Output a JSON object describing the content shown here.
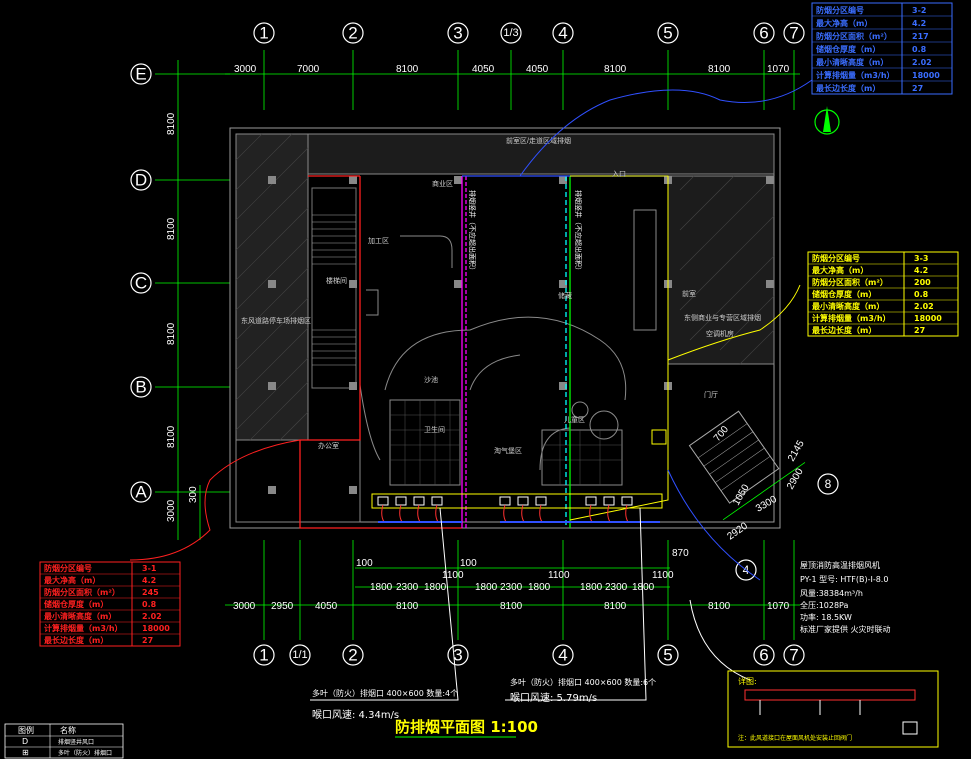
{
  "drawing_title": "防排烟平面图  1:100",
  "axes_top": [
    "1",
    "2",
    "3",
    "1/3",
    "4",
    "5",
    "6",
    "7"
  ],
  "axes_bottom": [
    "1",
    "1/1",
    "2",
    "3",
    "4",
    "5",
    "6",
    "7"
  ],
  "axes_left": [
    "E",
    "D",
    "C",
    "B",
    "A"
  ],
  "dims_top": [
    "3000",
    "7000",
    "8100",
    "4050",
    "4050",
    "8100",
    "8100",
    "1070"
  ],
  "dims_bottom_main": [
    "3000",
    "2950",
    "4050",
    "8100",
    "8100",
    "8100",
    "8100",
    "1070"
  ],
  "dims_bottom_sub": [
    "1800",
    "2300",
    "1800",
    "1800",
    "2300",
    "1800",
    "1800",
    "2300",
    "1800"
  ],
  "dims_bottom_small": [
    "100",
    "1100",
    "1100",
    "1100",
    "100",
    "870"
  ],
  "dims_left": [
    "8100",
    "8100",
    "8100",
    "8100",
    "3000",
    "300"
  ],
  "dims_stair": [
    "2145",
    "2900",
    "3300",
    "1050",
    "2920",
    "700"
  ],
  "axes_stair": [
    "8",
    "4"
  ],
  "rooms": {
    "top_corridor": "前室区/走道区域排烟",
    "west_block": "东风道路停车场排烟区",
    "center_label_1": "商业区",
    "center_label_2": "加工区",
    "stair_label": "楼梯间",
    "center_hall": "淘气堡区",
    "entrance": "入口",
    "shaft_a": "排烟竖井（不应超出面积）",
    "shaft_b": "排烟竖井（不应超出面积）",
    "office": "办公室",
    "kids": "沙池",
    "east_zone": "东侧商业与专营区域排烟",
    "east_room": "空调机房",
    "lobby": "门厅",
    "bath": "卫生间",
    "storage": "储藏",
    "gate": "前室",
    "pool": "儿童区"
  },
  "tables": [
    {
      "color": "#ff2020",
      "rows": [
        [
          "防烟分区编号",
          "3-1"
        ],
        [
          "最大净高（m）",
          "4.2"
        ],
        [
          "防烟分区面积（m²）",
          "245"
        ],
        [
          "储烟仓厚度（m）",
          "0.8"
        ],
        [
          "最小清晰高度（m）",
          "2.02"
        ],
        [
          "计算排烟量（m3/h）",
          "18000"
        ],
        [
          "最长边长度（m）",
          "27"
        ]
      ]
    },
    {
      "color": "#ffff00",
      "rows": [
        [
          "防烟分区编号",
          "3-3"
        ],
        [
          "最大净高（m）",
          "4.2"
        ],
        [
          "防烟分区面积（m²）",
          "200"
        ],
        [
          "储烟仓厚度（m）",
          "0.8"
        ],
        [
          "最小清晰高度（m）",
          "2.02"
        ],
        [
          "计算排烟量（m3/h）",
          "18000"
        ],
        [
          "最长边长度（m）",
          "27"
        ]
      ]
    },
    {
      "color": "#3a6dff",
      "rows": [
        [
          "防烟分区编号",
          "3-2"
        ],
        [
          "最大净高（m）",
          "4.2"
        ],
        [
          "防烟分区面积（m²）",
          "217"
        ],
        [
          "储烟仓厚度（m）",
          "0.8"
        ],
        [
          "最小清晰高度（m）",
          "2.02"
        ],
        [
          "计算排烟量（m3/h）",
          "18000"
        ],
        [
          "最长边长度（m）",
          "27"
        ]
      ]
    }
  ],
  "fan_note": [
    "屋顶消防高温排烟风机",
    "PY-1 型号: HTF(B)-I-8.0",
    "风量:38384m³/h",
    "全压:1028Pa",
    "功率: 18.5KW",
    "标准厂家提供 火灾时联动"
  ],
  "vent_note_1": [
    "多叶（防火）排烟口 400×600 数量:4个",
    "喉口风速: 4.34m/s"
  ],
  "vent_note_2": [
    "多叶（防火）排烟口 400×600 数量:6个",
    "喉口风速: 5.79m/s"
  ],
  "legend": {
    "header": [
      "图例",
      "名称"
    ],
    "rows": [
      [
        "D",
        "排烟竖井风口"
      ],
      [
        "⊞",
        "多叶（防火）排烟口"
      ]
    ]
  },
  "detail_box": {
    "title": "详图:",
    "note": "注：此风道接口在屋面风机处安装止回阀门"
  }
}
